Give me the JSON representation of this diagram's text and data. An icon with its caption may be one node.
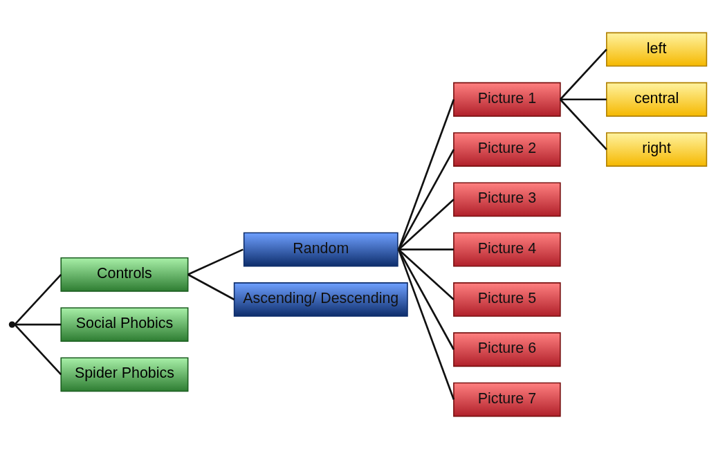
{
  "diagram": {
    "nodes": [
      {
        "text": [],
        "shape": "point"
      },
      {
        "text": [
          "Controls"
        ]
      },
      {
        "text": [
          "Social Phobics"
        ]
      },
      {
        "text": [
          "Spider Phobics"
        ]
      },
      {
        "text": [
          "Random"
        ]
      },
      {
        "text": [
          "Ascending/ Descending"
        ]
      },
      {
        "text": [
          "Picture 1"
        ]
      },
      {
        "text": [
          "Picture 2"
        ]
      },
      {
        "text": [
          "Picture 3"
        ]
      },
      {
        "text": [
          "Picture 4"
        ]
      },
      {
        "text": [
          "Picture 5"
        ]
      },
      {
        "text": [
          "Picture 6"
        ]
      },
      {
        "text": [
          "Picture 7"
        ]
      },
      {
        "text": [
          "left"
        ]
      },
      {
        "text": [
          "central"
        ]
      },
      {
        "text": [
          "right"
        ]
      }
    ],
    "edges": [
      {
        "from": 0,
        "to": 1,
        "arrow": "none"
      },
      {
        "from": 0,
        "to": 2,
        "arrow": "none"
      },
      {
        "from": 0,
        "to": 3,
        "arrow": "none"
      },
      {
        "from": 1,
        "to": 4,
        "arrow": "none"
      },
      {
        "from": 1,
        "to": 5,
        "arrow": "none"
      },
      {
        "from": 4,
        "to": 6,
        "arrow": "none"
      },
      {
        "from": 4,
        "to": 7,
        "arrow": "none"
      },
      {
        "from": 4,
        "to": 8,
        "arrow": "none"
      },
      {
        "from": 4,
        "to": 9,
        "arrow": "none"
      },
      {
        "from": 4,
        "to": 10,
        "arrow": "none"
      },
      {
        "from": 4,
        "to": 11,
        "arrow": "none"
      },
      {
        "from": 4,
        "to": 12,
        "arrow": "none"
      },
      {
        "from": 6,
        "to": 13,
        "arrow": "none"
      },
      {
        "from": 6,
        "to": 14,
        "arrow": "none"
      },
      {
        "from": 6,
        "to": 15,
        "arrow": "none"
      }
    ]
  }
}
